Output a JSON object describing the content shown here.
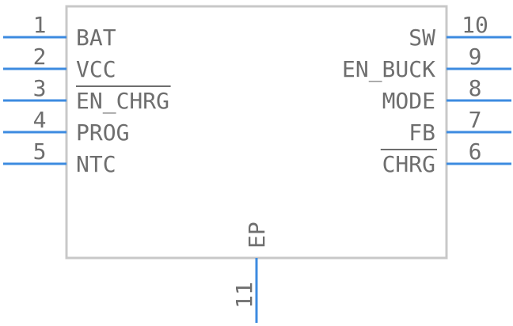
{
  "colors": {
    "body_stroke": "#c8c8c8",
    "pin_line": "#3d8be0",
    "text": "#6e6e6e",
    "background": "#ffffff"
  },
  "left_pins": [
    {
      "number": "1",
      "name": "BAT",
      "overbar": false
    },
    {
      "number": "2",
      "name": "VCC",
      "overbar": false
    },
    {
      "number": "3",
      "name": "EN_CHRG",
      "overbar": true
    },
    {
      "number": "4",
      "name": "PROG",
      "overbar": false
    },
    {
      "number": "5",
      "name": "NTC",
      "overbar": false
    }
  ],
  "right_pins": [
    {
      "number": "10",
      "name": "SW",
      "overbar": false
    },
    {
      "number": "9",
      "name": "EN_BUCK",
      "overbar": false
    },
    {
      "number": "8",
      "name": "MODE",
      "overbar": false
    },
    {
      "number": "7",
      "name": "FB",
      "overbar": false
    },
    {
      "number": "6",
      "name": "CHRG",
      "overbar": true
    }
  ],
  "bottom_pins": [
    {
      "number": "11",
      "name": "EP",
      "overbar": false
    }
  ]
}
